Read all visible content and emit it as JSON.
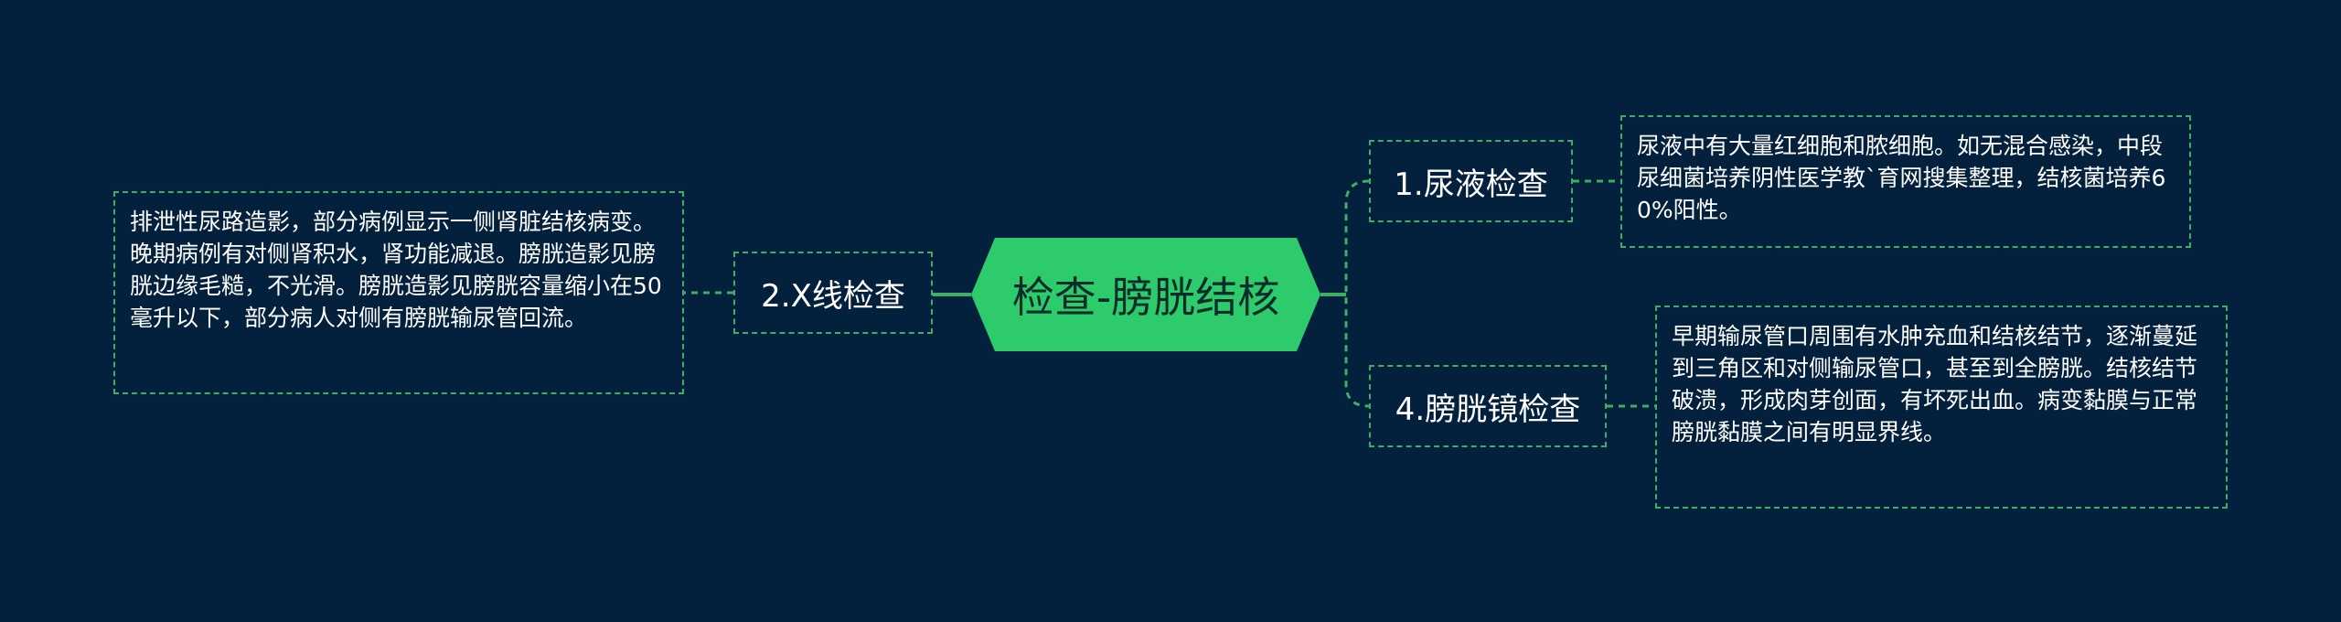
{
  "root": {
    "label": "检查-膀胱结核"
  },
  "branches": {
    "urine": {
      "label": "1.尿液检查",
      "note": "尿液中有大量红细胞和脓细胞。如无混合感染，中段尿细菌培养阴性医学教`育网搜集整理，结核菌培养60%阳性。"
    },
    "xray": {
      "label": "2.X线检查",
      "note": "排泄性尿路造影，部分病例显示一侧肾脏结核病变。晚期病例有对侧肾积水，肾功能减退。膀胱造影见膀胱边缘毛糙，不光滑。膀胱造影见膀胱容量缩小在50毫升以下，部分病人对侧有膀胱输尿管回流。"
    },
    "cystoscopy": {
      "label": "4.膀胱镜检查",
      "note": "早期输尿管口周围有水肿充血和结核结节，逐渐蔓延到三角区和对侧输尿管口，甚至到全膀胱。结核结节破溃，形成肉芽创面，有坏死出血。病变黏膜与正常膀胱黏膜之间有明显界线。"
    }
  },
  "colors": {
    "background": "#03203d",
    "root_fill": "#2ecb6c",
    "root_text": "#0b2d2a",
    "connector": "#3fae62",
    "text": "#ffffff"
  }
}
